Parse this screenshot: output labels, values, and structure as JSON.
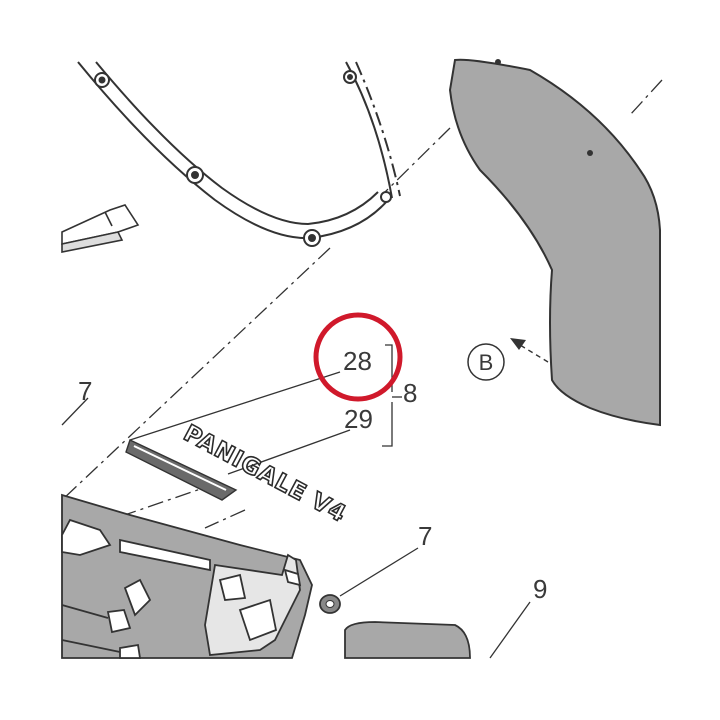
{
  "diagram": {
    "callouts": {
      "part_7_left": "7",
      "part_28": "28",
      "part_29": "29",
      "part_8": "8",
      "part_7_right": "7",
      "part_9": "9"
    },
    "view_marker": "B",
    "decal_text": "PANIGALE V4"
  },
  "colors": {
    "part_gray": "#a8a8a8",
    "line": "#333333",
    "highlight_ring": "#d0192b"
  }
}
